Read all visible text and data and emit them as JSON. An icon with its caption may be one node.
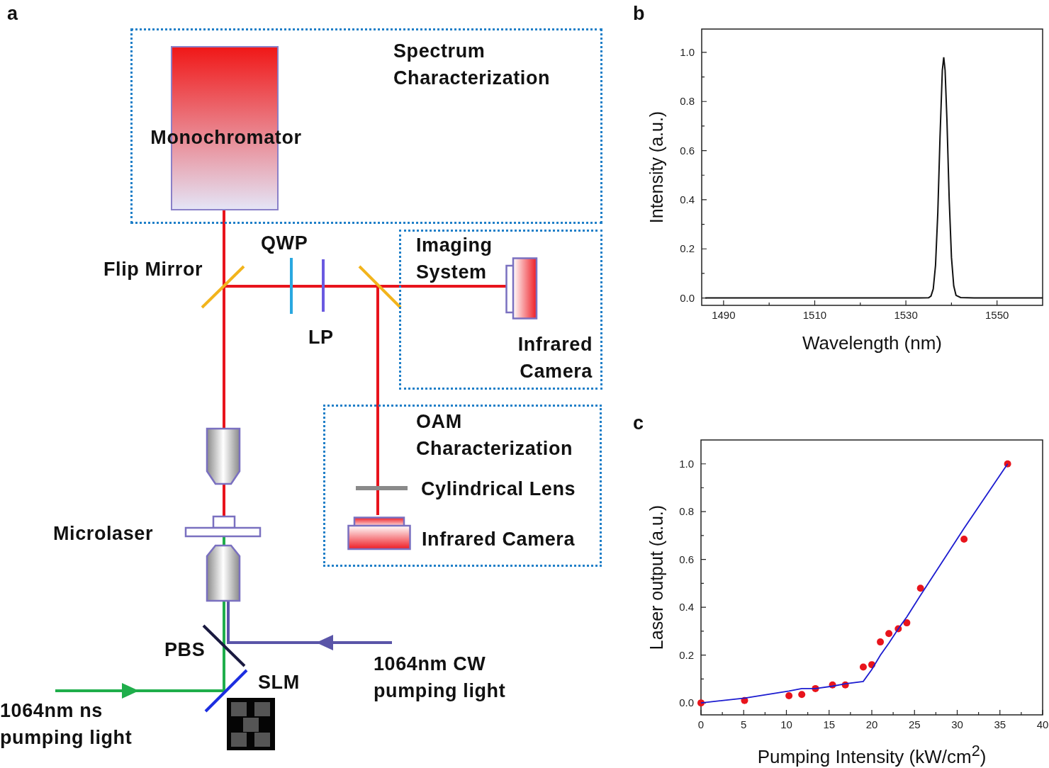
{
  "diagram": {
    "nodes": [
      {
        "text": [
          "Spectrum Characterization"
        ]
      },
      {
        "text": [
          "Monochromator"
        ],
        "in": 0
      },
      {
        "text": [
          "Imaging System"
        ]
      },
      {
        "text": [
          "Infrared Camera"
        ],
        "in": 2
      },
      {
        "text": [
          "OAM Characterization"
        ]
      },
      {
        "text": [
          "Cylindrical Lens"
        ],
        "in": 4
      },
      {
        "text": [
          "Infrared Camera"
        ],
        "in": 4
      }
    ],
    "labels": [
      "a",
      "b",
      "QWP",
      "Flip Mirror",
      "LP",
      "c",
      "Microlaser",
      "PBS",
      "1064nm CW pumping light",
      "SLM",
      "1064nm ns pumping light"
    ],
    "chart_data": [
      {
        "type": "line",
        "xlabel": "Wavelength (nm)",
        "ylabel": "Intensity (a.u.)",
        "x": [
          1486,
          1490,
          1495,
          1500,
          1505,
          1510,
          1515,
          1520,
          1525,
          1530,
          1533,
          1535,
          1535.5,
          1536,
          1536.5,
          1537,
          1537.5,
          1538,
          1538.3,
          1538.6,
          1539,
          1539.5,
          1540,
          1540.5,
          1541,
          1542,
          1545,
          1550,
          1555,
          1560
        ],
        "series": [
          {
            "color": "#111111",
            "values": [
              0,
              0,
              0,
              0,
              0,
              0,
              0,
              0,
              0,
              0,
              0,
              0.001,
              0.008,
              0.037,
              0.133,
              0.346,
              0.66,
              0.927,
              0.98,
              0.927,
              0.725,
              0.402,
              0.165,
              0.049,
              0.011,
              0.002,
              0,
              0,
              0,
              0
            ]
          }
        ],
        "xlim": [
          1485.2,
          1560
        ],
        "ylim": [
          -0.03,
          1.095
        ],
        "xticks": [
          1490,
          1510,
          1530,
          1550
        ],
        "yticks": [
          {
            "value": 0,
            "label": "0.0"
          },
          {
            "value": 0.2,
            "label": "0.2"
          },
          {
            "value": 0.4,
            "label": "0.4"
          },
          {
            "value": 0.6,
            "label": "0.6"
          },
          {
            "value": 0.8,
            "label": "0.8"
          },
          {
            "value": 1,
            "label": "1.0"
          }
        ]
      },
      {
        "type": "scatter",
        "xlabel": "Pumping Intensity (kW/cm$^{2}$)",
        "ylabel": "Laser output (a.u.)",
        "x": [
          0,
          5.1,
          10.3,
          11.8,
          13.4,
          15.4,
          16.9,
          19,
          20,
          21,
          22,
          23.1,
          24.1,
          25.7,
          30.8,
          35.9
        ],
        "series": [
          {
            "color": "#e8141c",
            "values": [
              0,
              0.01,
              0.03,
              0.035,
              0.06,
              0.075,
              0.075,
              0.15,
              0.16,
              0.255,
              0.29,
              0.31,
              0.335,
              0.48,
              0.685,
              1.0
            ]
          },
          {
            "color": "#1c1cd0",
            "type": "line",
            "values": [
              0,
              0.02,
              0.05,
              0.06,
              0.06,
              0.07,
              0.08,
              0.09,
              0.14,
              0.2,
              0.25,
              0.31,
              0.36,
              0.45,
              0.73,
              1.0
            ]
          }
        ],
        "xlim": [
          0,
          40
        ],
        "ylim": [
          -0.05,
          1.1
        ],
        "xticks": [
          0,
          5,
          10,
          15,
          20,
          25,
          30,
          35,
          40
        ],
        "yticks": [
          {
            "value": 0,
            "label": "0.0"
          },
          {
            "value": 0.2,
            "label": "0.2"
          },
          {
            "value": 0.4,
            "label": "0.4"
          },
          {
            "value": 0.6,
            "label": "0.6"
          },
          {
            "value": 0.8,
            "label": "0.8"
          },
          {
            "value": 1,
            "label": "1.0"
          }
        ]
      }
    ]
  }
}
